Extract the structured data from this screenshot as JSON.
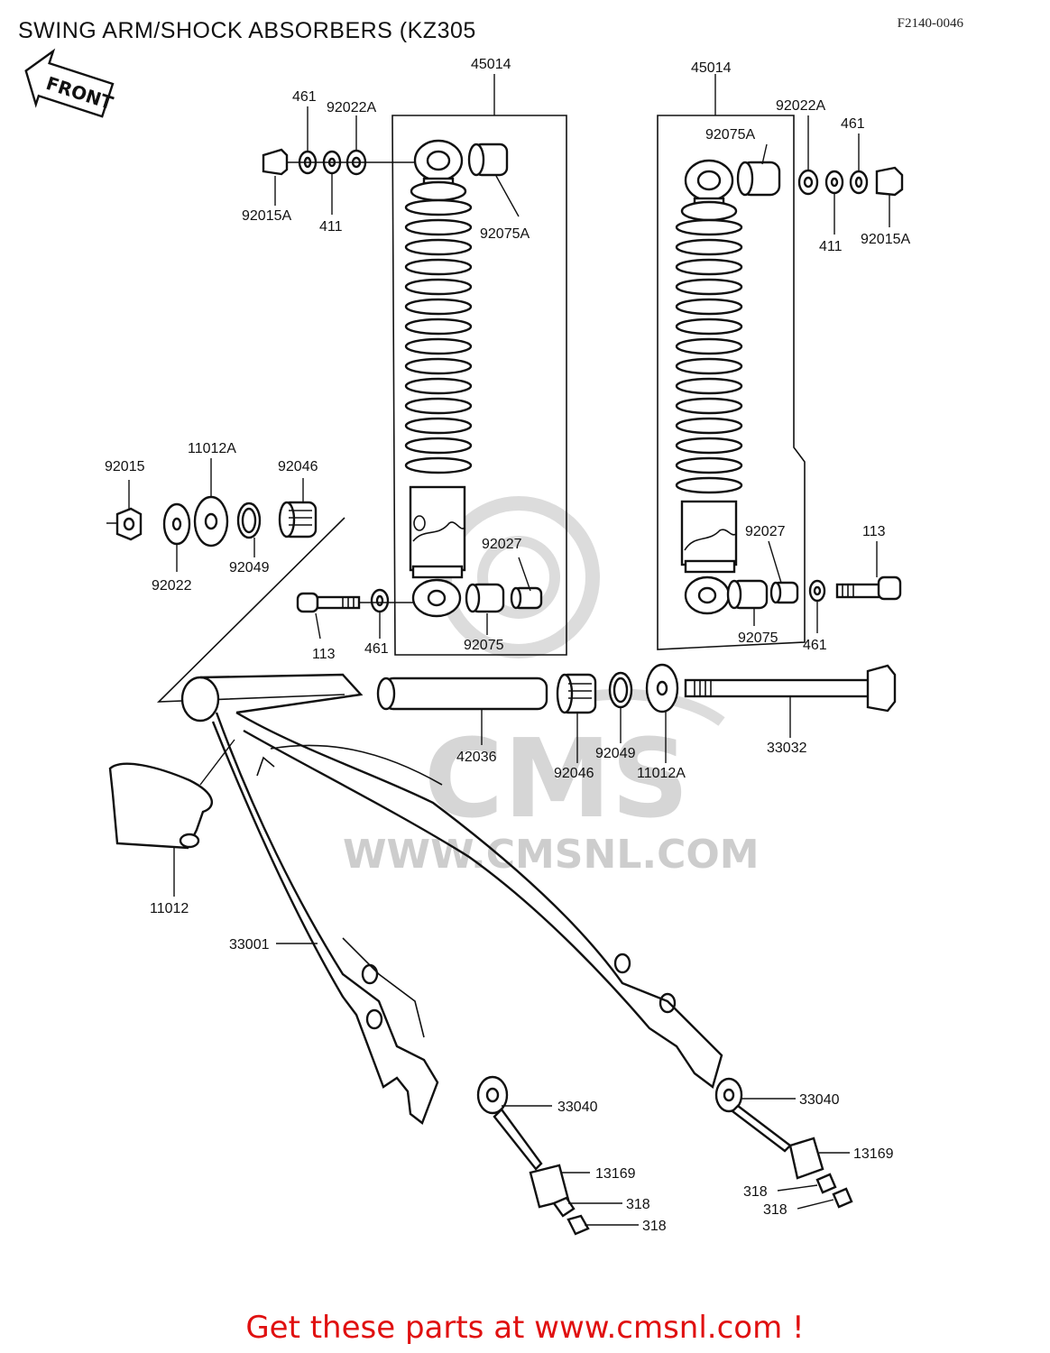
{
  "header": {
    "title": "SWING ARM/SHOCK ABSORBERS (KZ305",
    "figure_code": "F2140-0046"
  },
  "front_badge": "FRONT",
  "watermark": {
    "logo_text": "CMS",
    "url": "WWW.CMSNL.COM"
  },
  "footer": {
    "cta": "Get these parts at www.cmsnl.com !"
  },
  "parts": {
    "left_shock": {
      "assembly": "45014",
      "nut_top": "461",
      "washer_top": "92022A",
      "cap_nut": "92015A",
      "washer_411": "411",
      "bushing_top": "92075A",
      "collar": "92027",
      "bushing_bottom": "92075",
      "bolt": "113",
      "nut_bottom": "461"
    },
    "right_shock": {
      "assembly": "45014",
      "bushing_top": "92075A",
      "washer_top": "92022A",
      "nut_top": "461",
      "washer_411": "411",
      "cap_nut": "92015A",
      "collar": "92027",
      "bolt": "113",
      "bushing_bottom": "92075",
      "nut_bottom": "461"
    },
    "pivot_left": {
      "nut": "92015",
      "cap": "11012A",
      "needle": "92046",
      "washer": "92022",
      "seal": "92049"
    },
    "pivot_right": {
      "sleeve": "42036",
      "needle": "92046",
      "seal": "92049",
      "cap": "11012A",
      "shaft": "33032"
    },
    "swing_arm": "33001",
    "chain_guard": "11012",
    "adjuster_left": {
      "bolt": "33040",
      "block": "13169",
      "nut_a": "318",
      "nut_b": "318"
    },
    "adjuster_right": {
      "bolt": "33040",
      "block": "13169",
      "nut_a": "318",
      "nut_b": "318"
    }
  }
}
